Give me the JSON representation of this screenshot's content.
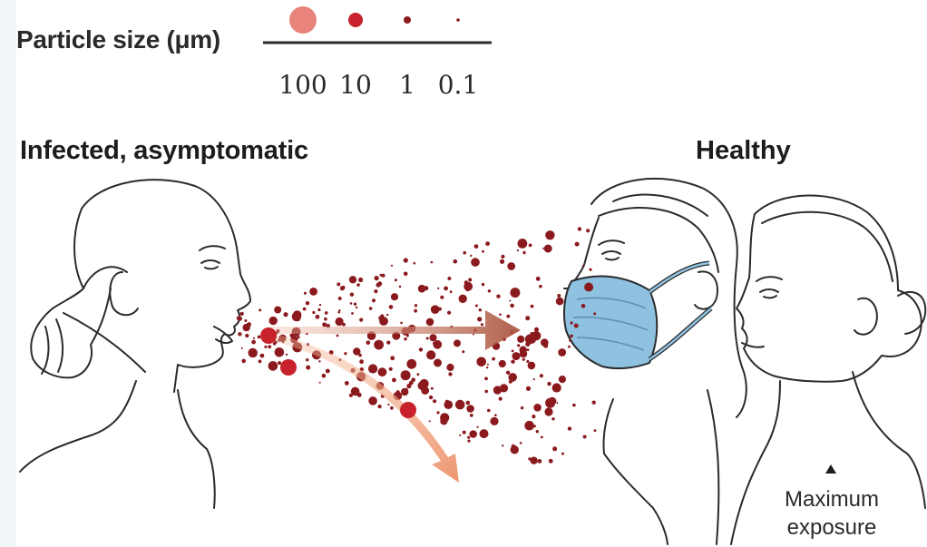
{
  "legend": {
    "title": "Particle size (μm)",
    "ticks": [
      "100",
      "10",
      "1",
      "0.1"
    ]
  },
  "headings": {
    "infected": "Infected, asymptomatic",
    "healthy": "Healthy"
  },
  "annotation": {
    "exposure_line1": "Maximum",
    "exposure_line2": "exposure"
  },
  "colors": {
    "largest_particle": "#e8847a",
    "large_particle": "#c8232c",
    "small_particle": "#8b1a1e",
    "straight_arrow": "#a8503a",
    "falling_arrow": "#ec8a60",
    "mask": "#8fc2e0",
    "outline": "#2b2b2b"
  },
  "icons": [
    "marker-up-triangle",
    "face-mask"
  ]
}
